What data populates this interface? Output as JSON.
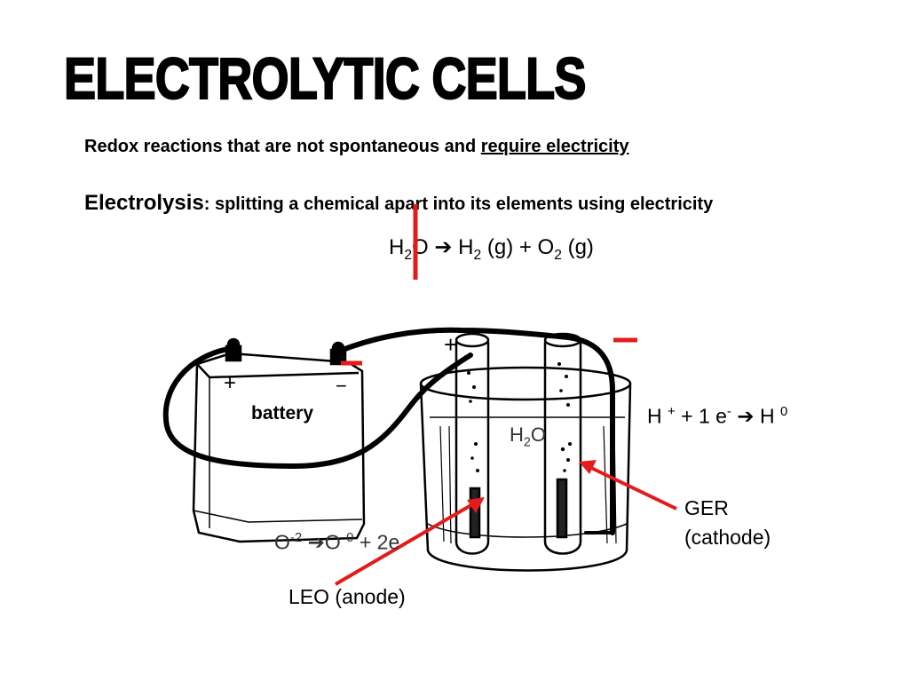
{
  "title": "ELECTROLYTIC CELLS",
  "subtitle": {
    "text": "Redox reactions that are not spontaneous and ",
    "underlined": "require electricity"
  },
  "definition": {
    "term": "Electrolysis",
    "text": ": splitting a chemical apart into its elements using electricity"
  },
  "main_equation": {
    "reactant": "H",
    "reactant_sub": "2",
    "reactant_end": "O",
    "arrow": " ➔ ",
    "p1": "H",
    "p1_sub": "2",
    "p1_state": " (g)  +  ",
    "p2": "O",
    "p2_sub": "2",
    "p2_state": " (g)"
  },
  "cathode_equation": {
    "a": "H ",
    "a_sup": "+",
    "b": " + 1 e",
    "b_sup": "-",
    "c": " ➔ H ",
    "c_sup": "0"
  },
  "anode_equation": {
    "a": "O",
    "a_sup": "-2",
    "b": "  ➔O ",
    "b_sup": "0",
    "c": " +  2e"
  },
  "diagram": {
    "battery_label": "battery",
    "terminal_plus": "+",
    "terminal_minus": "−",
    "tube_plus": "+",
    "water": {
      "main": "H",
      "sub": "2",
      "end": "O"
    }
  },
  "labels": {
    "cathode_line1": "GER",
    "cathode_line2": "(cathode)",
    "anode": "LEO (anode)"
  },
  "colors": {
    "annotation_red": "#e31b1b",
    "ink": "#000000"
  }
}
